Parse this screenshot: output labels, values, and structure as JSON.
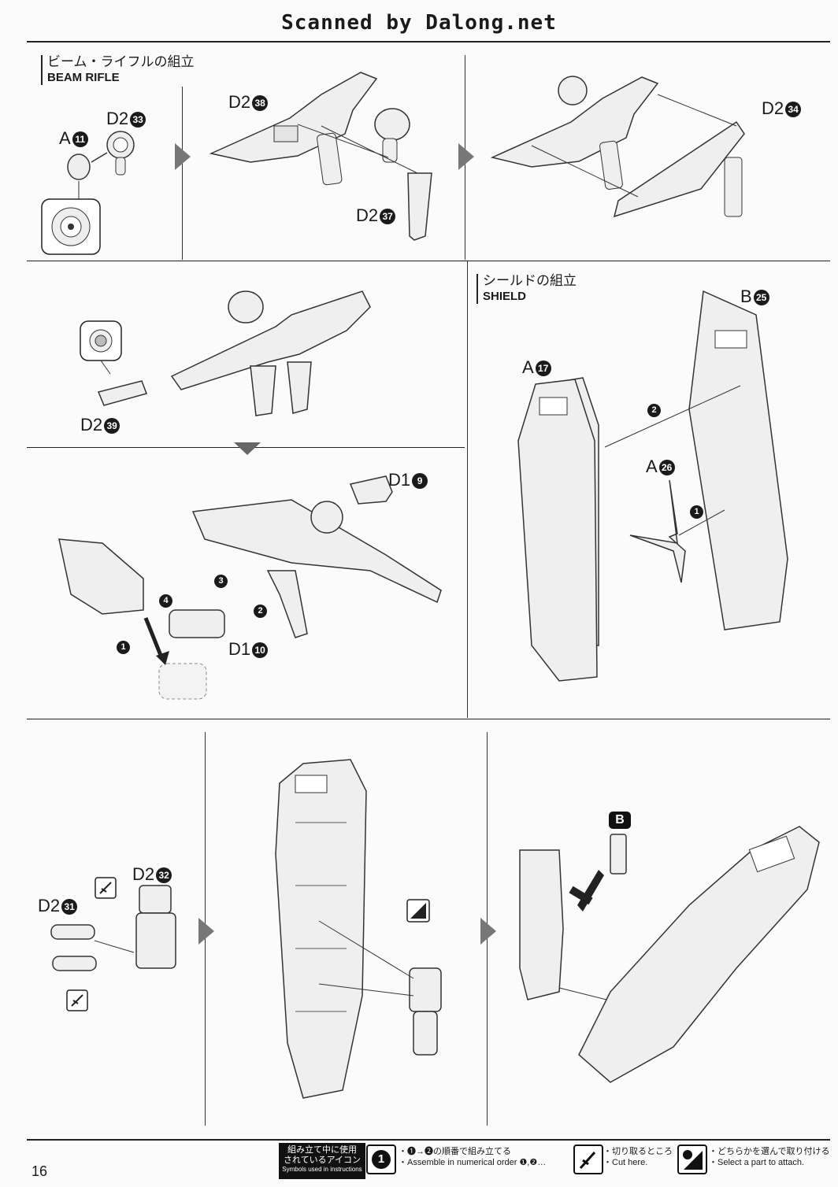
{
  "watermark": "Scanned by Dalong.net",
  "page_number": "16",
  "beam_rifle": {
    "title_jp": "ビーム・ライフルの組立",
    "title_en": "BEAM RIFLE",
    "labels": {
      "a11": {
        "text": "A",
        "num": "11"
      },
      "d2_33": {
        "text": "D2",
        "num": "33"
      },
      "d2_38": {
        "text": "D2",
        "num": "38"
      },
      "d2_37": {
        "text": "D2",
        "num": "37"
      },
      "d2_34": {
        "text": "D2",
        "num": "34"
      },
      "d2_39": {
        "text": "D2",
        "num": "39"
      },
      "d1_9": {
        "text": "D1",
        "num": "9"
      },
      "d1_10": {
        "text": "D1",
        "num": "10"
      }
    },
    "steps": [
      "1",
      "2",
      "3",
      "4"
    ]
  },
  "shield": {
    "title_jp": "シールドの組立",
    "title_en": "SHIELD",
    "labels": {
      "b25": {
        "text": "B",
        "num": "25"
      },
      "a17": {
        "text": "A",
        "num": "17"
      },
      "a26": {
        "text": "A",
        "num": "26"
      }
    },
    "steps": [
      "1",
      "2"
    ]
  },
  "bottom": {
    "labels": {
      "d2_32": {
        "text": "D2",
        "num": "32"
      },
      "d2_31": {
        "text": "D2",
        "num": "31"
      },
      "b_tag": "B"
    }
  },
  "legend": {
    "box_lines": [
      "組み立て中に使用",
      "されているアイコン",
      "Symbols used in instructions"
    ],
    "order_icon": "1",
    "order_jp": "・❶→❷の順番で組み立てる",
    "order_en": "・Assemble in numerical order ❶,❷…",
    "cut_jp": "・切り取るところ",
    "cut_en": "・Cut here.",
    "select_jp": "・どちらかを選んで取り付ける",
    "select_en": "・Select a part to attach."
  },
  "colors": {
    "ink": "#1a1a1a",
    "part_fill": "#efefef",
    "part_stroke": "#333333",
    "arrow_gray": "#777777"
  }
}
